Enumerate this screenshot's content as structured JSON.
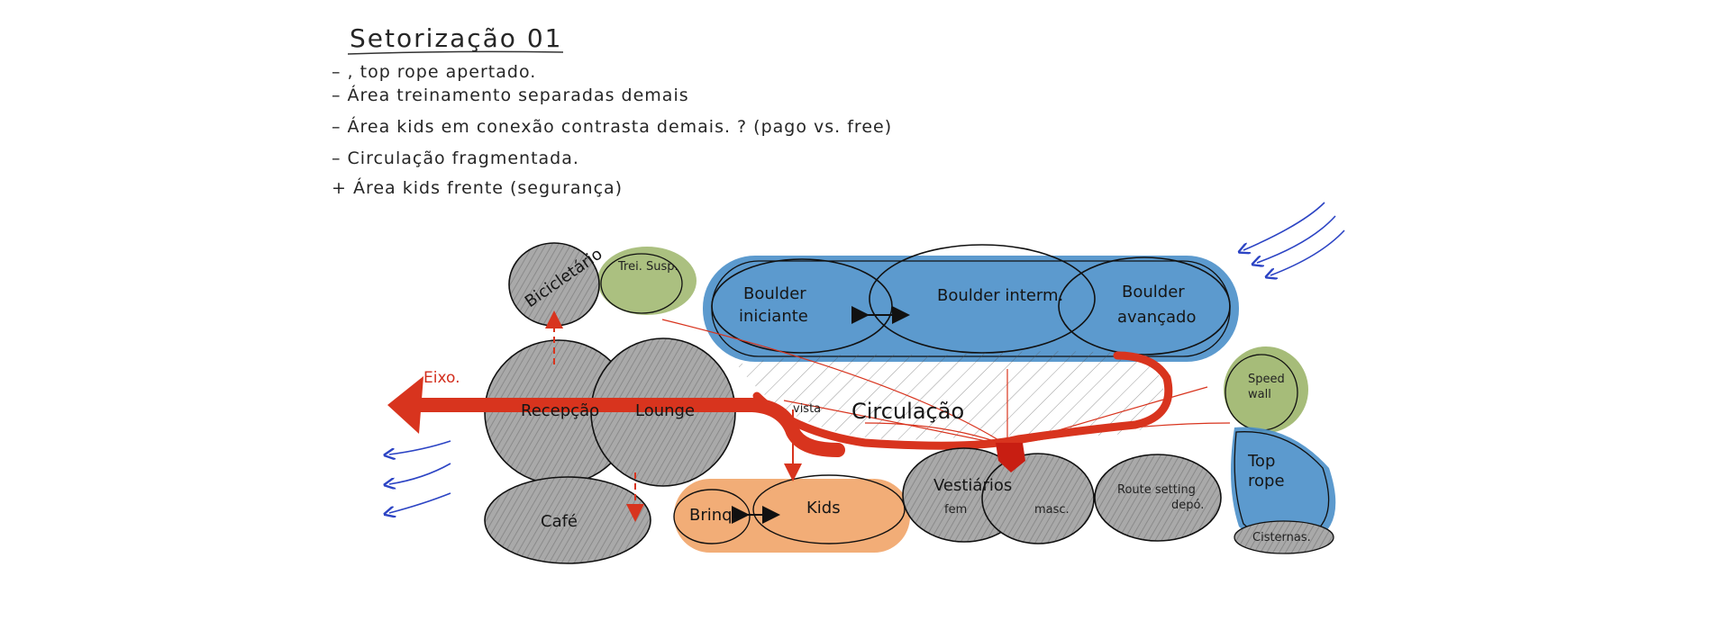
{
  "title": "Setorização 01",
  "notes": [
    "– , top rope apertado.",
    "– Área treinamento separadas demais",
    "– Área kids em conexão contrasta demais. ? (pago vs. free)",
    "– Circulação fragmentada.",
    "+ Área kids frente (segurança)"
  ],
  "zones": {
    "bicicletario": "Bicicletário",
    "treino_susp": "Trei. Susp.",
    "boulder_iniciante_1": "Boulder",
    "boulder_iniciante_2": "iniciante",
    "boulder_interm": "Boulder interm.",
    "boulder_avancado_1": "Boulder",
    "boulder_avancado_2": "avançado",
    "recepcao": "Recepção",
    "lounge": "Lounge",
    "cafe": "Café",
    "brinq": "Brinq.",
    "kids": "Kids",
    "vestiarios": "Vestiários",
    "vest_fem": "fem",
    "vest_masc": "masc.",
    "route_setting": "Route setting",
    "route_depo": "depó.",
    "speed_wall_1": "Speed",
    "speed_wall_2": "wall",
    "top_rope_1": "Top",
    "top_rope_2": "rope",
    "cisternas": "Cisternas."
  },
  "annotations": {
    "eixo": "Eixo.",
    "circulacao": "Circulação",
    "vista": "vista"
  },
  "colors": {
    "blue": "#4a8fc9",
    "green": "#9cb56a",
    "orange": "#f1a468",
    "gray": "#9a9a9a",
    "red": "#d8341e",
    "wind": "#2c44c4"
  }
}
